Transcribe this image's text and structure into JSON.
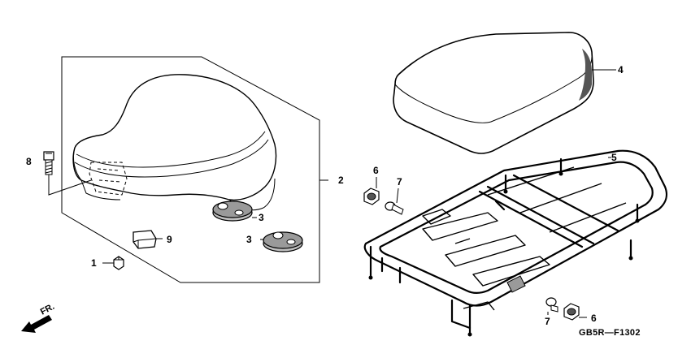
{
  "callouts": {
    "c1": "1",
    "c2": "2",
    "c3a": "3",
    "c3b": "3",
    "c4": "4",
    "c5": "5",
    "c6a": "6",
    "c6b": "6",
    "c7a": "7",
    "c7b": "7",
    "c8": "8",
    "c9": "9"
  },
  "diagram_code": "GB5R—F1302",
  "front_label": "FR."
}
